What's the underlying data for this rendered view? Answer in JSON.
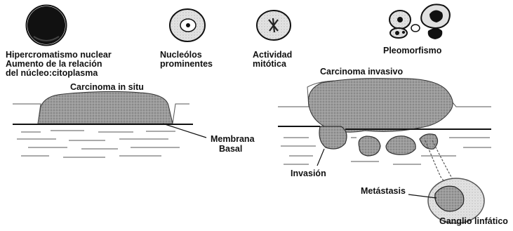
{
  "cell_features": {
    "hyperchromatism_line1": "Hipercromatismo nuclear",
    "hyperchromatism_line2": "Aumento de la relación",
    "hyperchromatism_line3": "del núcleo:citoplasma",
    "nucleoli_line1": "Nucleólos",
    "nucleoli_line2": "prominentes",
    "mitotic_line1": "Actividad",
    "mitotic_line2": "mitótica",
    "pleomorphism": "Pleomorfismo"
  },
  "in_situ": {
    "title": "Carcinoma in situ",
    "membrane_line1": "Membrana",
    "membrane_line2": "Basal"
  },
  "invasive": {
    "title": "Carcinoma invasivo",
    "invasion": "Invasión",
    "metastasis": "Metástasis",
    "lymph_node": "Ganglio linfático"
  },
  "colors": {
    "ink": "#111111",
    "tumor_gray": "#9a9a9a",
    "light_gray": "#d4d4d4",
    "paper": "#ffffff"
  }
}
